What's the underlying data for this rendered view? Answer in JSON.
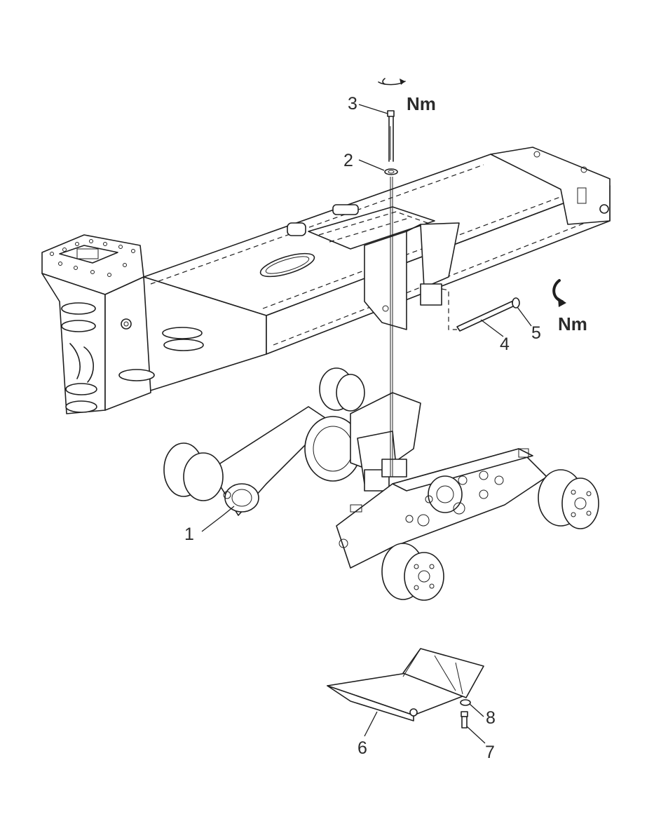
{
  "callouts": {
    "c1": "1",
    "c2": "2",
    "c3": "3",
    "c4": "4",
    "c5": "5",
    "c6": "6",
    "c7": "7",
    "c8": "8"
  },
  "torque": {
    "top": "Nm",
    "right": "Nm"
  },
  "icons": {
    "rotation": "rotation-arrow-icon"
  }
}
